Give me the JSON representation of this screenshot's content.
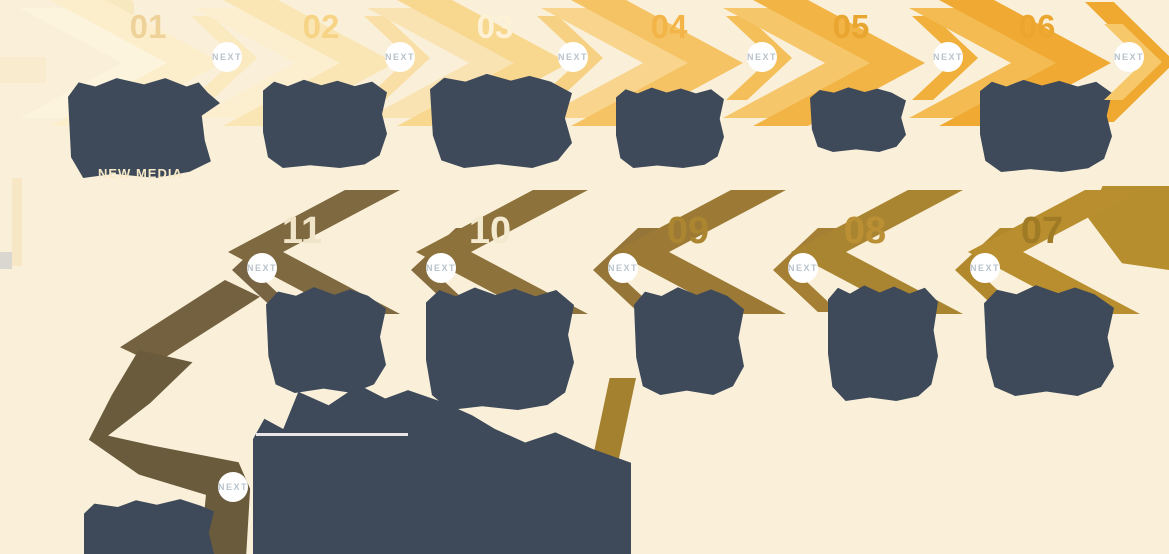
{
  "diagram": {
    "type": "process-flow-timeline",
    "next_label": "NEXT",
    "row1": {
      "direction": "left-to-right",
      "steps": [
        {
          "number": "01",
          "sublabel": "NEW MEDIA"
        },
        {
          "number": "02"
        },
        {
          "number": "03"
        },
        {
          "number": "04"
        },
        {
          "number": "05"
        },
        {
          "number": "06"
        }
      ]
    },
    "row2": {
      "direction": "right-to-left",
      "steps": [
        {
          "number": "07"
        },
        {
          "number": "08"
        },
        {
          "number": "09"
        },
        {
          "number": "10"
        },
        {
          "number": "11"
        }
      ]
    },
    "final_step": {
      "marker": "NEXT"
    },
    "palette": {
      "background": "#faf0da",
      "gold_lightest": "#fceecb",
      "gold_darkest": "#eea42c",
      "olive_light": "#b88e2e",
      "olive_darkest": "#6b5b3d",
      "text_block": "#3e4a5a",
      "next_text": "#b9c3cb",
      "divider_line": "#eae5e7"
    }
  }
}
